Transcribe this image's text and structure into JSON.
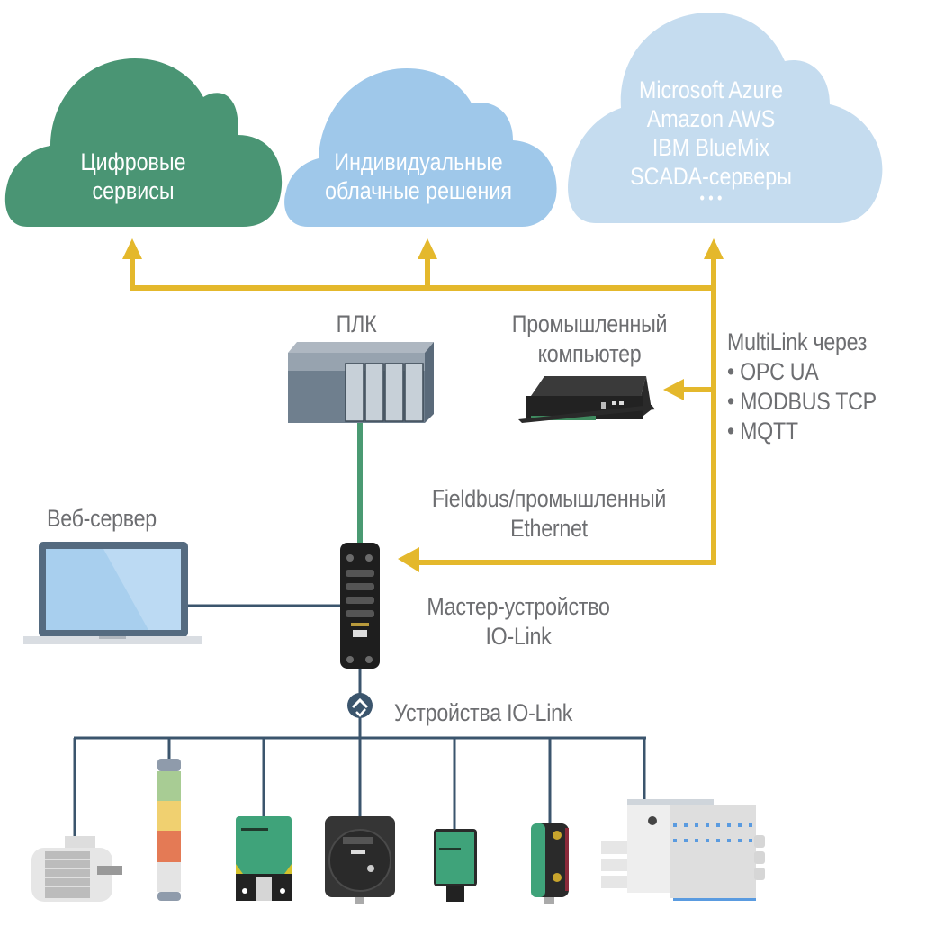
{
  "colors": {
    "cloud_digital": "#4a9574",
    "cloud_individual": "#9fc8ea",
    "cloud_public": "#c5dcef",
    "arrow_yellow": "#e4b82c",
    "fieldbus_green": "#4a9a72",
    "iolink_line": "#3b556d",
    "label_gray": "#6d6e71"
  },
  "clouds": [
    {
      "id": "digital-services",
      "lines": [
        "Цифровые",
        "сервисы"
      ]
    },
    {
      "id": "individual-cloud",
      "lines": [
        "Индивидуальные",
        "облачные решения"
      ]
    },
    {
      "id": "public-cloud",
      "lines": [
        "Microsoft Azure",
        "Amazon AWS",
        "IBM BlueMix",
        "SCADA-серверы",
        "• • •"
      ]
    }
  ],
  "labels": {
    "plc": "ПЛК",
    "industrial_pc": [
      "Промышленный",
      "компьютер"
    ],
    "multilink_title": "MultiLink через",
    "multilink_protocols": [
      "• OPC UA",
      "• MODBUS TCP",
      "• MQTT"
    ],
    "fieldbus": [
      "Fieldbus/промышленный",
      "Ethernet"
    ],
    "web_server": "Веб-сервер",
    "iolink_master": [
      "Мастер-устройство",
      "IO-Link"
    ],
    "iolink_devices": "Устройства IO-Link"
  },
  "devices": [
    {
      "id": "motor",
      "type": "electric-motor"
    },
    {
      "id": "signal-tower",
      "type": "signal-light-tower"
    },
    {
      "id": "inductive-sensor",
      "type": "inductive-sensor"
    },
    {
      "id": "encoder",
      "type": "rotary-encoder"
    },
    {
      "id": "rfid-sensor",
      "type": "compact-sensor"
    },
    {
      "id": "photoelectric-sensor",
      "type": "photoelectric-sensor"
    },
    {
      "id": "valve-terminal",
      "type": "pneumatic-valve-terminal"
    }
  ]
}
